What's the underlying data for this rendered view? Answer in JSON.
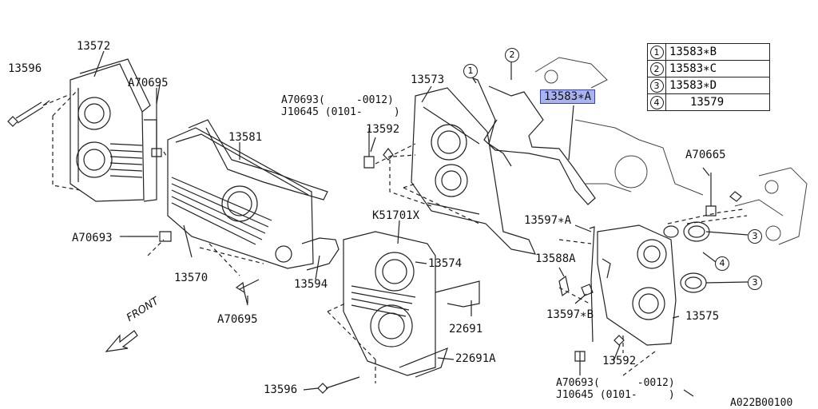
{
  "legend": [
    {
      "num": "1",
      "part": "13583∗B"
    },
    {
      "num": "2",
      "part": "13583∗C"
    },
    {
      "num": "3",
      "part": "13583∗D"
    },
    {
      "num": "4",
      "part": "13579"
    }
  ],
  "labels": {
    "p13572": "13572",
    "p13596_top": "13596",
    "a70695_top": "A70695",
    "p13581": "13581",
    "a70693_left": "A70693",
    "p13570": "13570",
    "p13594": "13594",
    "a70695_bottom": "A70695",
    "front": "FRONT",
    "p13573": "13573",
    "a70693_upper": "A70693(     -0012)",
    "j10645_upper": "J10645 (0101-     )",
    "p13592_upper": "13592",
    "p13583a": "13583∗A",
    "k51701x": "K51701X",
    "p13574": "13574",
    "p22691": "22691",
    "p22691a": "22691A",
    "p13596_bottom": "13596",
    "p13597a": "13597∗A",
    "p13588a": "13588A",
    "p13597b": "13597∗B",
    "a70665": "A70665",
    "p13575": "13575",
    "p13592_lower": "13592",
    "a70693_lower": "A70693(      -0012)",
    "j10645_lower": "J10645 (0101-     )",
    "diagram_code": "A022B00100"
  },
  "callouts": {
    "c1": "1",
    "c2": "2",
    "c3a": "3",
    "c4": "4",
    "c3b": "3"
  },
  "colors": {
    "highlight": "#a9b3f0",
    "line": "#222222"
  }
}
